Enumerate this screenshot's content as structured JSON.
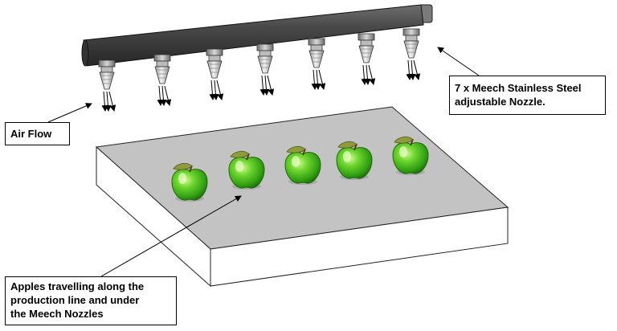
{
  "labels": {
    "nozzle_callout": [
      "7 x Meech Stainless Steel",
      "adjustable Nozzle."
    ],
    "airflow_callout": [
      "Air Flow"
    ],
    "apples_callout": [
      "Apples travelling along the",
      "production line and under",
      "the Meech Nozzles"
    ]
  },
  "colors": {
    "bar_dark": "#3a3a3a",
    "bar_light": "#8a8a8a",
    "belt_top": "#c2c2c2",
    "belt_side": "#ffffff",
    "apple_green": "#3fbf1a",
    "apple_highlight": "#b6f07a",
    "leaf": "#8a9a3a"
  },
  "counts": {
    "nozzles": 7,
    "apples": 5
  }
}
